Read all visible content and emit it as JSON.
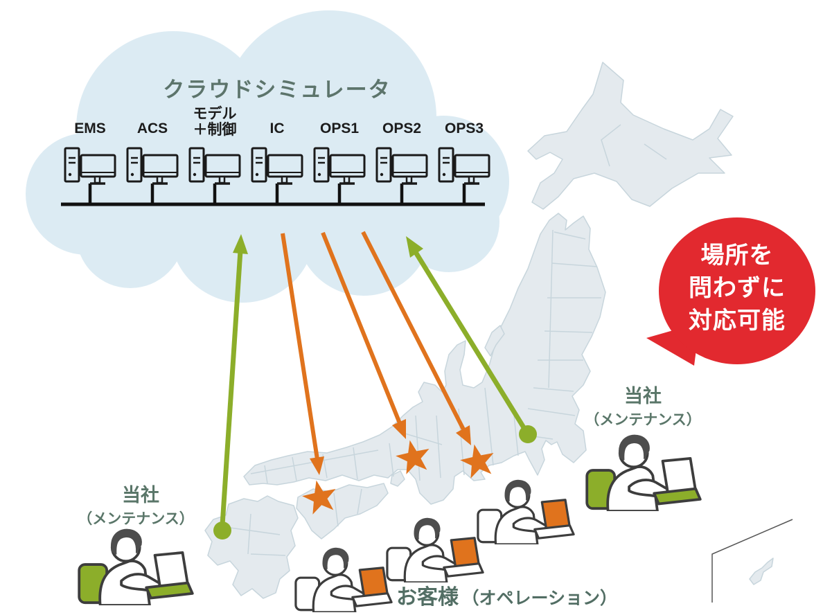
{
  "cloud": {
    "title": "クラウドシミュレータ",
    "servers": [
      {
        "line1": "EMS",
        "line2": ""
      },
      {
        "line1": "ACS",
        "line2": ""
      },
      {
        "line1": "モデル",
        "line2": "＋制御"
      },
      {
        "line1": "IC",
        "line2": ""
      },
      {
        "line1": "OPS1",
        "line2": ""
      },
      {
        "line1": "OPS2",
        "line2": ""
      },
      {
        "line1": "OPS3",
        "line2": ""
      }
    ]
  },
  "callout": {
    "lines": [
      "場所を",
      "問わずに",
      "対応可能"
    ],
    "bg_color": "#e2292f",
    "text_color": "#ffffff"
  },
  "sites": {
    "maintenance_left": {
      "title": "当社",
      "subtitle": "（メンテナンス）"
    },
    "maintenance_right": {
      "title": "当社",
      "subtitle": "（メンテナンス）"
    },
    "customers_label": {
      "title": "お客様",
      "subtitle": "（オペレーション）"
    }
  },
  "colors": {
    "cloud_fill": "#dcebf3",
    "map_fill": "#e4eaee",
    "map_border": "#c7d5dc",
    "maintenance_green": "#8cae2a",
    "customer_orange": "#e0731d",
    "callout_red": "#e2292f",
    "label_green": "#5a7669",
    "ink": "#1a1a1a"
  },
  "icons": {
    "server": "desktop-server-icon",
    "maintenance_person": "person-at-laptop-icon",
    "customer_person": "person-at-laptop-icon",
    "maintenance_site_marker": "green-dot-marker",
    "customer_site_marker": "orange-star-marker"
  }
}
